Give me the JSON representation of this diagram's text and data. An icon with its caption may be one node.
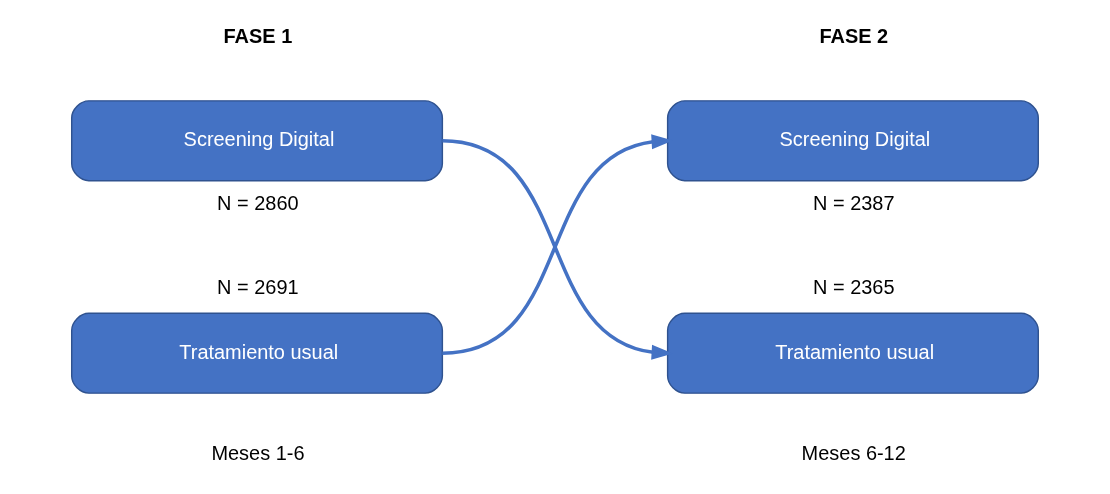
{
  "diagram": {
    "nodes": [
      {
        "text": [
          "Screening Digital"
        ],
        "beside": [
          "N = 2860"
        ]
      },
      {
        "text": [
          "Tratamiento usual"
        ],
        "beside": [
          "N = 2691"
        ]
      },
      {
        "text": [
          "Screening Digital"
        ],
        "beside": [
          "N = 2387"
        ]
      },
      {
        "text": [
          "Tratamiento usual"
        ],
        "beside": [
          "N = 2365"
        ]
      }
    ],
    "edges": [
      {
        "from": 0,
        "to": 3,
        "arrow": "to"
      },
      {
        "from": 1,
        "to": 2,
        "arrow": "to"
      }
    ],
    "labels": [
      "FASE 1",
      "FASE 2",
      "Meses 1-6",
      "Meses 6-12"
    ]
  }
}
